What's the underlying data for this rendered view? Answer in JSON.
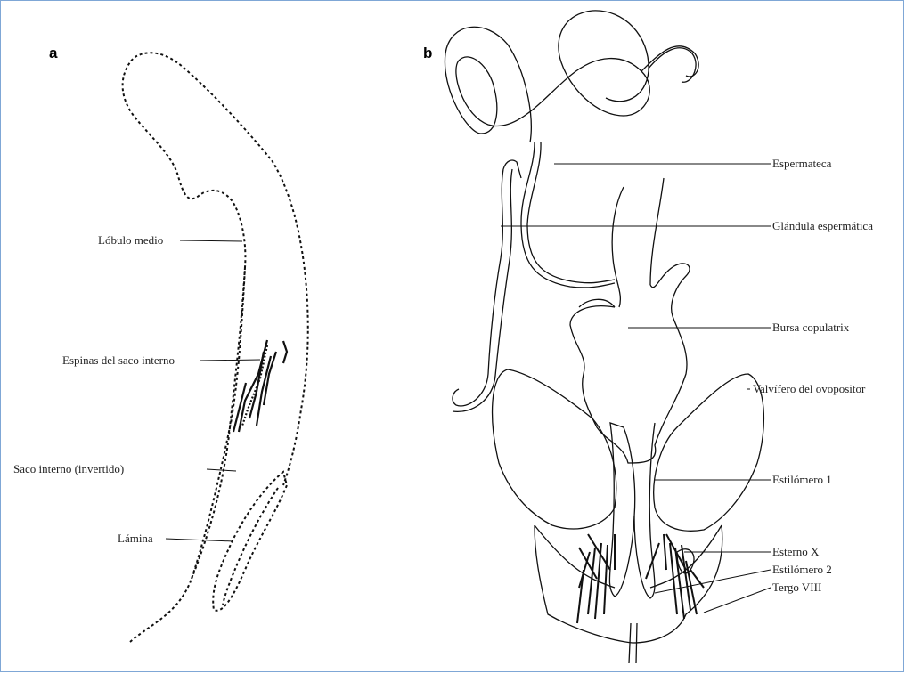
{
  "panels": {
    "a": {
      "letter": "a",
      "labels": {
        "lobulo_medio": "Lóbulo medio",
        "espinas": "Espinas del saco interno",
        "saco_interno": "Saco interno (invertido)",
        "lamina": "Lámina"
      }
    },
    "b": {
      "letter": "b",
      "labels": {
        "espermateca": "Espermateca",
        "glandula": "Glándula espermática",
        "bursa": "Bursa copulatrix",
        "valvifero": "Valvífero del ovopositor",
        "estilomero1": "Estilómero 1",
        "esterno": "Esterno X",
        "estilomero2": "Estilómero 2",
        "tergo": "Tergo VIII"
      }
    }
  },
  "colors": {
    "frame": "#7fa7d6",
    "ink": "#111111"
  }
}
